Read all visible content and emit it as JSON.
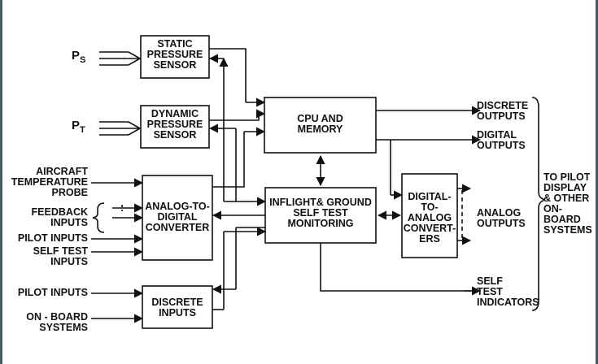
{
  "blocks": {
    "static_sensor": [
      "STATIC",
      "PRESSURE",
      "SENSOR"
    ],
    "dynamic_sensor": [
      "DYNAMIC",
      "PRESSURE",
      "SENSOR"
    ],
    "cpu": [
      "CPU AND",
      "MEMORY"
    ],
    "adc": [
      "ANALOG-TO-",
      "DIGITAL",
      "CONVERTER"
    ],
    "bit": [
      "INFLIGHT& GROUND",
      "SELF TEST",
      "MONITORING"
    ],
    "dac": [
      "DIGITAL-",
      "TO-",
      "ANALOG",
      "CONVERT-",
      "ERS"
    ],
    "discrete_inputs": [
      "DISCRETE",
      "INPUTS"
    ]
  },
  "inputs": {
    "ps": "P",
    "ps_sub": "S",
    "pt": "P",
    "pt_sub": "T",
    "aircraft_temp": [
      "AIRCRAFT",
      "TEMPERATURE",
      "PROBE"
    ],
    "feedback": [
      "FEEDBACK",
      "INPUTS"
    ],
    "pilot_inputs_1": "PILOT INPUTS",
    "self_test": [
      "SELF TEST",
      "INPUTS"
    ],
    "pilot_inputs_2": "PILOT INPUTS",
    "onboard": [
      "ON - BOARD",
      "SYSTEMS"
    ]
  },
  "outputs": {
    "discrete": [
      "DISCRETE",
      "OUTPUTS"
    ],
    "digital": [
      "DIGITAL",
      "OUTPUTS"
    ],
    "analog": [
      "ANALOG",
      "OUTPUTS"
    ],
    "self_test_ind": [
      "SELF",
      "TEST",
      "INDICATORS"
    ],
    "to_pilot": [
      "TO PILOT",
      "DISPLAY",
      "& OTHER",
      "ON-BOARD",
      "SYSTEMS"
    ]
  },
  "colors": {
    "ink": "#111111",
    "background": "#ffffff"
  }
}
